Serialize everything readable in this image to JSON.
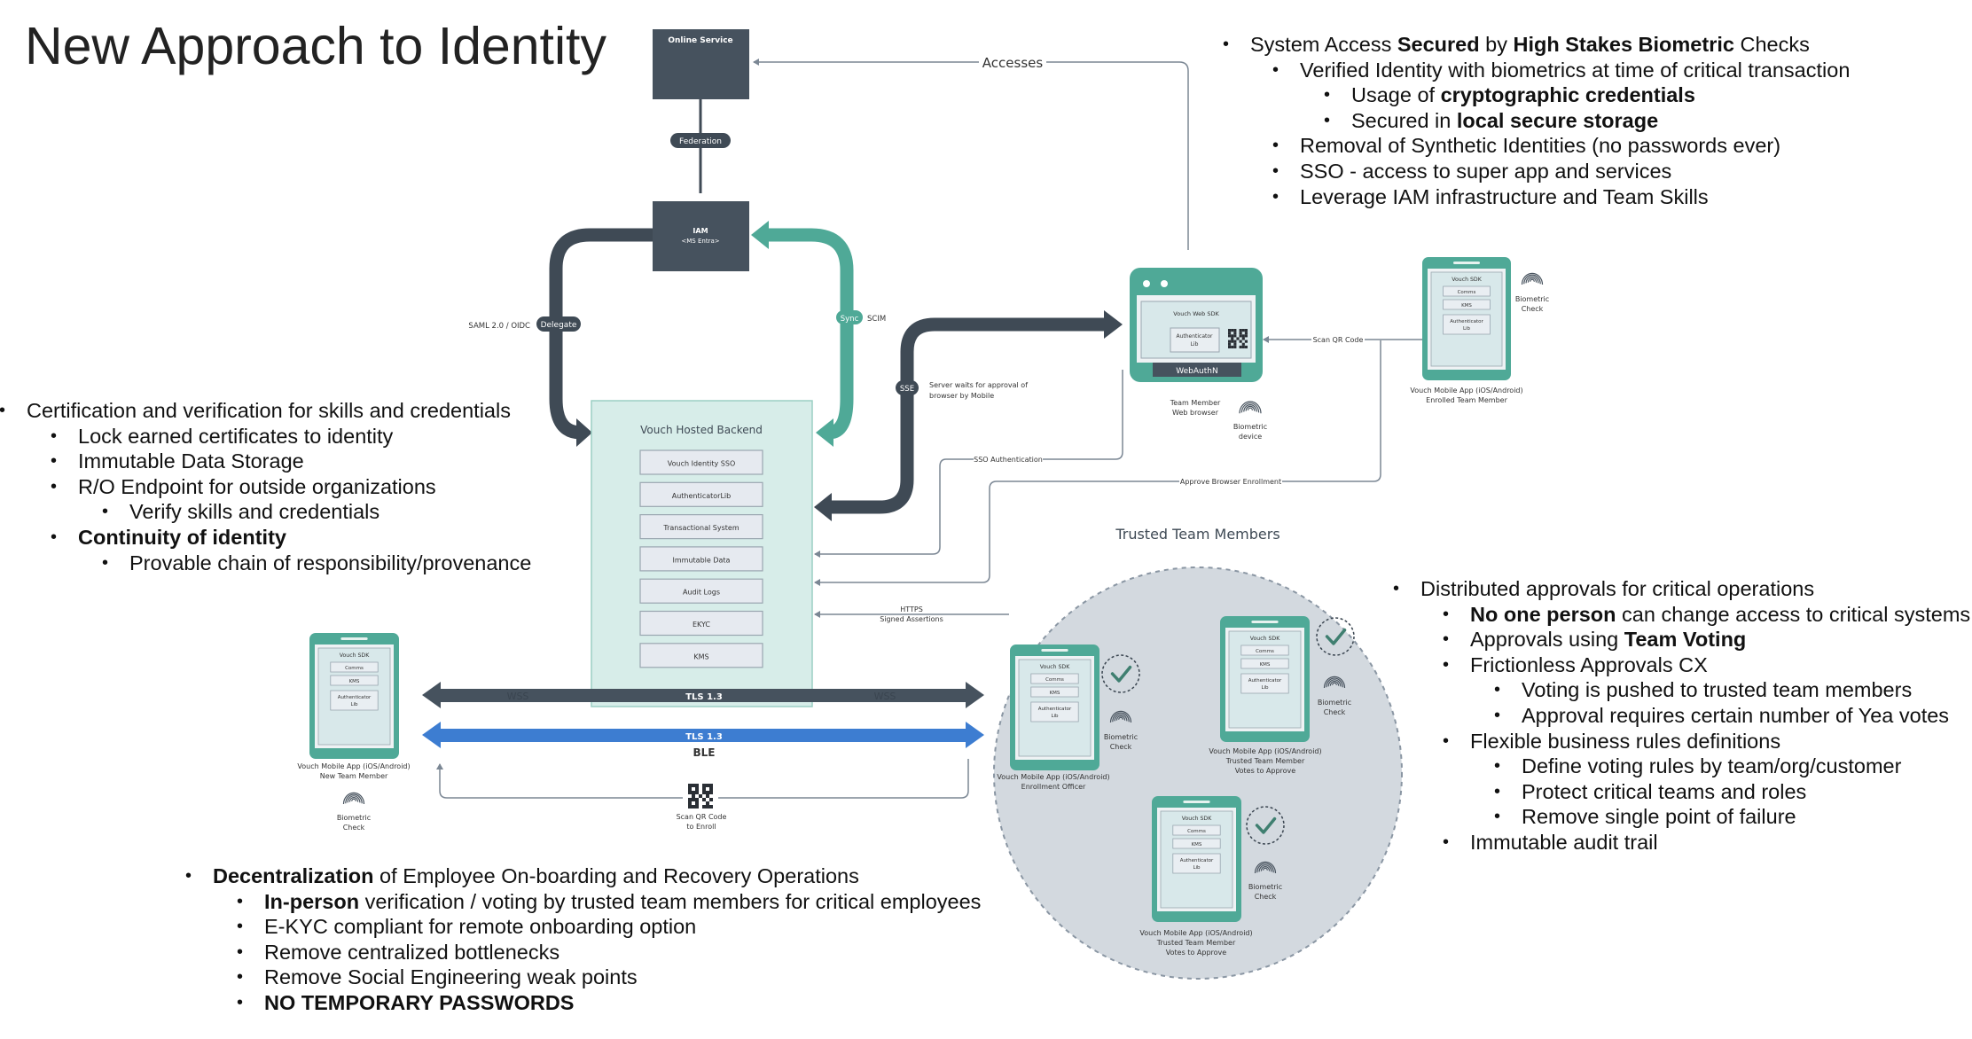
{
  "title": "New Approach to Identity",
  "diagram": {
    "online_service": "Online Service",
    "accesses": "Accesses",
    "federation": "Federation",
    "iam_line1": "IAM",
    "iam_line2": "<MS Entra>",
    "saml": "SAML 2.0 / OIDC",
    "delegate": "Delegate",
    "sync": "Sync",
    "scim": "SCIM",
    "sse": "SSE",
    "server_waits_1": "Server waits for approval of",
    "server_waits_2": "browser by Mobile",
    "backend_title": "Vouch Hosted Backend",
    "backend_items": [
      "Vouch Identity SSO",
      "AuthenticatorLib",
      "Transactional System",
      "Immutable Data",
      "Audit Logs",
      "EKYC",
      "KMS"
    ],
    "web_sdk": "Vouch Web SDK",
    "auth_lib_1": "Authenticator",
    "auth_lib_2": "Lib",
    "webauthn": "WebAuthN",
    "team_member_browser_1": "Team Member",
    "team_member_browser_2": "Web browser",
    "biometric_device_1": "Biometric",
    "biometric_device_2": "device",
    "scan_qr_code": "Scan QR Code",
    "sso_auth": "SSO Authentication",
    "approve_browser": "Approve Browser Enrollment",
    "https_1": "HTTPS",
    "https_2": "Signed Assertions",
    "vouch_sdk": "Vouch SDK",
    "comms": "Comms",
    "kms": "KMS",
    "biometric": "Biometric",
    "check": "Check",
    "enrolled_1": "Vouch Mobile App (iOS/Android)",
    "enrolled_2": "Enrolled Team Member",
    "new_member_1": "Vouch Mobile App (iOS/Android)",
    "new_member_2": "New Team Member",
    "wss": "WSS",
    "tls": "TLS 1.3",
    "ble": "BLE",
    "scan_enroll_1": "Scan QR Code",
    "scan_enroll_2": "to Enroll",
    "trusted_title": "Trusted Team Members",
    "enroll_officer_1": "Vouch Mobile App (iOS/Android)",
    "enroll_officer_2": "Enrollment Officer",
    "voter_1": "Vouch Mobile App (iOS/Android)",
    "voter_2": "Trusted Team Member",
    "voter_3": "Votes to Approve"
  },
  "top_right_list": [
    {
      "level": 1,
      "parts": [
        {
          "t": "System Access "
        },
        {
          "t": "Secured",
          "b": true
        },
        {
          "t": " by "
        },
        {
          "t": "High Stakes Biometric",
          "b": true
        },
        {
          "t": " Checks"
        }
      ]
    },
    {
      "level": 2,
      "parts": [
        {
          "t": "Verified Identity with biometrics at time of critical transaction"
        }
      ]
    },
    {
      "level": 3,
      "parts": [
        {
          "t": "Usage of "
        },
        {
          "t": "cryptographic credentials",
          "b": true
        }
      ]
    },
    {
      "level": 3,
      "parts": [
        {
          "t": "Secured in "
        },
        {
          "t": "local secure storage",
          "b": true
        }
      ]
    },
    {
      "level": 2,
      "parts": [
        {
          "t": "Removal of Synthetic Identities (no passwords ever)"
        }
      ]
    },
    {
      "level": 2,
      "parts": [
        {
          "t": "SSO - access to super app and services"
        }
      ]
    },
    {
      "level": 2,
      "parts": [
        {
          "t": "Leverage IAM infrastructure and Team Skills"
        }
      ]
    }
  ],
  "left_list": [
    {
      "level": 1,
      "parts": [
        {
          "t": "Certification and verification for skills and credentials"
        }
      ]
    },
    {
      "level": 2,
      "parts": [
        {
          "t": "Lock earned certificates to identity"
        }
      ]
    },
    {
      "level": 2,
      "parts": [
        {
          "t": "Immutable Data Storage"
        }
      ]
    },
    {
      "level": 2,
      "parts": [
        {
          "t": "R/O Endpoint for outside organizations"
        }
      ]
    },
    {
      "level": 3,
      "parts": [
        {
          "t": "Verify skills and credentials"
        }
      ]
    },
    {
      "level": 2,
      "parts": [
        {
          "t": "Continuity of identity",
          "b": true
        }
      ]
    },
    {
      "level": 3,
      "parts": [
        {
          "t": "Provable chain of responsibility/provenance"
        }
      ]
    }
  ],
  "right_list": [
    {
      "level": 1,
      "parts": [
        {
          "t": "Distributed approvals for critical operations"
        }
      ]
    },
    {
      "level": 2,
      "parts": [
        {
          "t": "No one person",
          "b": true
        },
        {
          "t": " can change access to critical systems"
        }
      ]
    },
    {
      "level": 2,
      "parts": [
        {
          "t": "Approvals using "
        },
        {
          "t": "Team Voting",
          "b": true
        }
      ]
    },
    {
      "level": 2,
      "parts": [
        {
          "t": "Frictionless Approvals CX"
        }
      ]
    },
    {
      "level": 3,
      "parts": [
        {
          "t": "Voting is pushed to trusted team members"
        }
      ]
    },
    {
      "level": 3,
      "parts": [
        {
          "t": "Approval requires certain number of Yea votes"
        }
      ]
    },
    {
      "level": 2,
      "parts": [
        {
          "t": "Flexible business rules definitions"
        }
      ]
    },
    {
      "level": 3,
      "parts": [
        {
          "t": "Define voting rules by team/org/customer"
        }
      ]
    },
    {
      "level": 3,
      "parts": [
        {
          "t": "Protect critical teams and roles"
        }
      ]
    },
    {
      "level": 3,
      "parts": [
        {
          "t": "Remove single point of failure"
        }
      ]
    },
    {
      "level": 2,
      "parts": [
        {
          "t": "Immutable audit trail"
        }
      ]
    }
  ],
  "bottom_list": [
    {
      "level": 1,
      "parts": [
        {
          "t": "Decentralization",
          "b": true
        },
        {
          "t": " of Employee On-boarding and Recovery Operations"
        }
      ]
    },
    {
      "level": 2,
      "parts": [
        {
          "t": "In-person",
          "b": true
        },
        {
          "t": " verification / voting by trusted team members for critical employees"
        }
      ]
    },
    {
      "level": 2,
      "parts": [
        {
          "t": "E-KYC compliant for remote onboarding option"
        }
      ]
    },
    {
      "level": 2,
      "parts": [
        {
          "t": "Remove centralized bottlenecks"
        }
      ]
    },
    {
      "level": 2,
      "parts": [
        {
          "t": "Remove Social Engineering weak points"
        }
      ]
    },
    {
      "level": 2,
      "parts": [
        {
          "t": "NO TEMPORARY PASSWORDS",
          "b": true
        }
      ]
    }
  ]
}
